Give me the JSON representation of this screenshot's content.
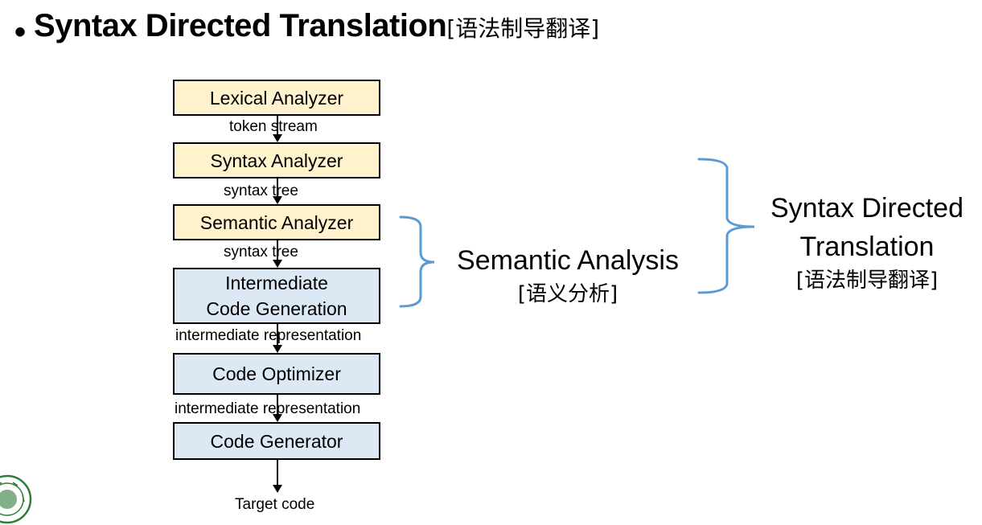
{
  "title": {
    "bullet": "•",
    "main": "Syntax Directed Translation",
    "sub": "[语法制导翻译]"
  },
  "pipeline": {
    "boxes": [
      {
        "label": "Lexical Analyzer",
        "color": "yellow"
      },
      {
        "label": "Syntax Analyzer",
        "color": "yellow"
      },
      {
        "label": "Semantic Analyzer",
        "color": "yellow"
      },
      {
        "label_line1": "Intermediate",
        "label_line2": "Code Generation",
        "color": "blue"
      },
      {
        "label": "Code Optimizer",
        "color": "blue"
      },
      {
        "label": "Code Generator",
        "color": "blue"
      }
    ],
    "edges": [
      "token stream",
      "syntax tree",
      "syntax tree",
      "intermediate representation",
      "intermediate representation"
    ],
    "output": "Target code"
  },
  "groups": {
    "semantic": {
      "label": "Semantic Analysis",
      "sub": "[语义分析]"
    },
    "sdt": {
      "line1": "Syntax Directed",
      "line2": "Translation",
      "sub": "[语法制导翻译]"
    }
  },
  "colors": {
    "yellow_fill": "#fff2cc",
    "blue_fill": "#dde8f5",
    "brace": "#5b9bd5"
  }
}
